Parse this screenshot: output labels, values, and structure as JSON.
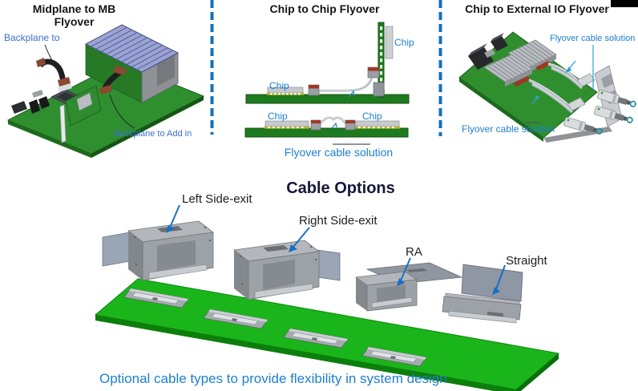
{
  "palette": {
    "label_blue": "#1d7fd0",
    "panel1_label_blue": "#3a6fd0",
    "divider_blue": "#1270ba",
    "leader_blue": "#1a6fc4",
    "callout_cyan": "#29a3dc",
    "pcb_green": "#2f8f2f",
    "board_green_bright": "#1ab51a",
    "panel_title_color": "#141414",
    "cable_options_title_color": "#16163a"
  },
  "panels": {
    "midplane": {
      "title": "Midplane to MB Flyover",
      "labels": {
        "backplane_to": "Backplane to",
        "backplane_to_addin": "Backplane to Add in"
      }
    },
    "chip_to_chip": {
      "title": "Chip to Chip Flyover",
      "chip_labels": [
        "Chip",
        "Chip",
        "Chip",
        "Chip"
      ],
      "caption": "Flyover cable solution"
    },
    "external_io": {
      "title": "Chip to External IO Flyover",
      "label_top": "Flyover cable solution",
      "label_bottom": "Flyover cable solution"
    }
  },
  "cable_options": {
    "title": "Cable Options",
    "options": [
      {
        "label": "Left Side-exit"
      },
      {
        "label": "Right Side-exit"
      },
      {
        "label": "RA"
      },
      {
        "label": "Straight"
      }
    ],
    "caption": "Optional cable types to provide flexibility in system design"
  }
}
